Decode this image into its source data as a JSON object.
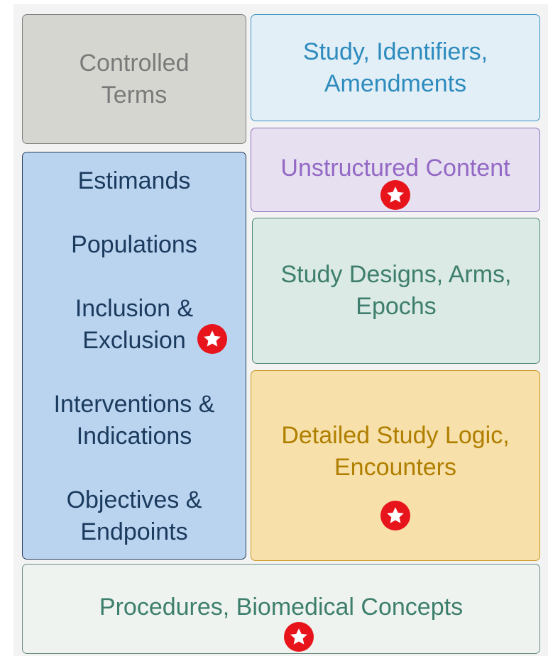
{
  "boxes": {
    "controlled_terms": "Controlled\nTerms",
    "study_identifiers": "Study, Identifiers,\nAmendments",
    "unstructured_content": "Unstructured Content",
    "study_designs": "Study Designs, Arms,\nEpochs",
    "detailed_logic": "Detailed Study Logic,\nEncounters",
    "procedures": "Procedures, Biomedical Concepts"
  },
  "left_column": {
    "items": [
      "Estimands",
      "Populations",
      "Inclusion &\nExclusion",
      "Interventions &\nIndications",
      "Objectives &\nEndpoints"
    ]
  },
  "icons": {
    "badge": "star-icon",
    "badge_color": "#e8141c"
  },
  "colors": {
    "controlled_terms": "#d6d6d1",
    "study_identifiers": "#e2eff7",
    "unstructured_content": "#e6e0f0",
    "left_column": "#bad3ee",
    "study_designs": "#dceae6",
    "detailed_logic": "#f7e0a9",
    "procedures": "#eef3f0"
  }
}
